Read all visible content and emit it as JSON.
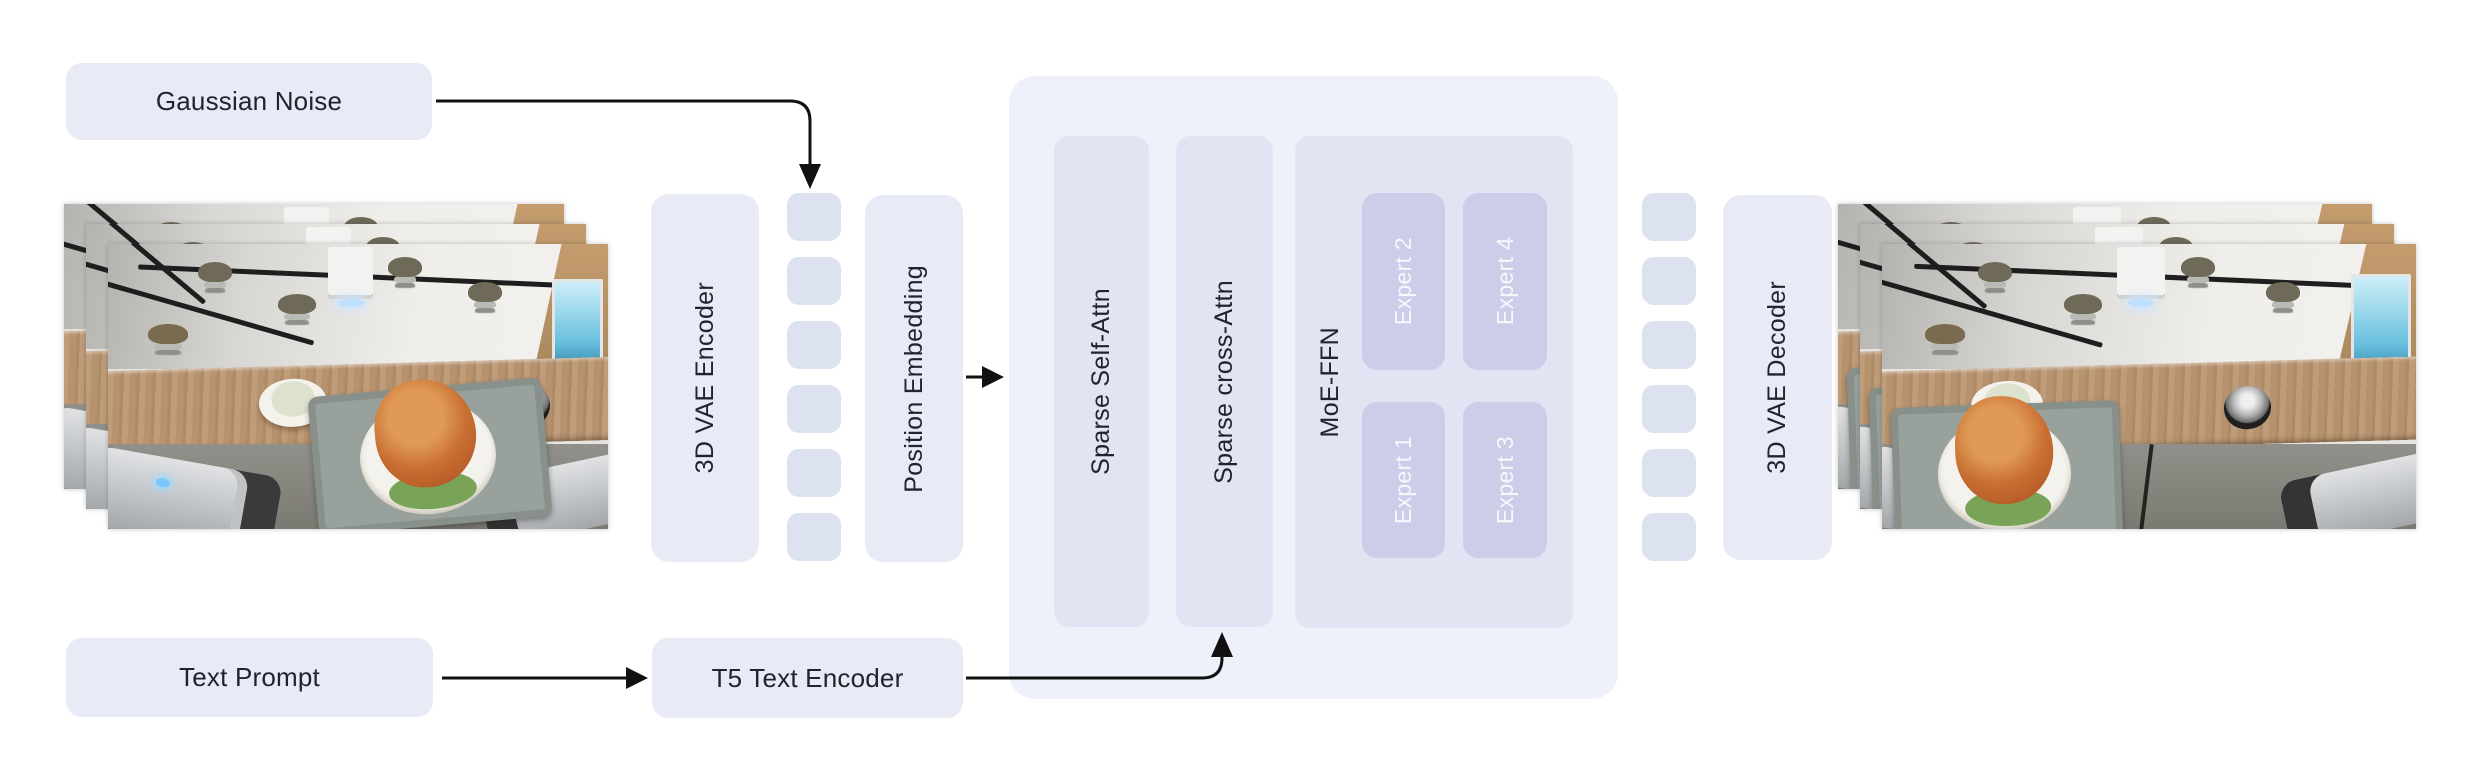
{
  "figure": {
    "inputs": {
      "gaussian_noise": "Gaussian Noise",
      "text_prompt": "Text Prompt"
    },
    "encoders": {
      "vae_encoder": "3D VAE Encoder",
      "position_embedding": "Position Embedding",
      "t5_encoder": "T5 Text Encoder"
    },
    "transformer_block": {
      "self_attn": "Sparse Self-Attn",
      "cross_attn": "Sparse cross-Attn",
      "moe_label": "MoE-FFN",
      "expert1": "Expert 1",
      "expert2": "Expert 2",
      "expert3": "Expert 3",
      "expert4": "Expert 4"
    },
    "decoder": {
      "vae_decoder": "3D VAE Decoder"
    },
    "latent_tokens": {
      "columns": 2,
      "per_column": 6
    },
    "video_frames": {
      "input_stack": 3,
      "output_stack": 3
    },
    "colors": {
      "pill_fill": "#e8eaf6",
      "token_fill": "#dde2f1",
      "container_fill": "#eef1f9",
      "inner_fill": "#e1e4f3",
      "expert_fill": "#cccee9",
      "expert_text": "#f7f7fc",
      "label_text": "#21232e",
      "arrow": "#111111"
    }
  }
}
